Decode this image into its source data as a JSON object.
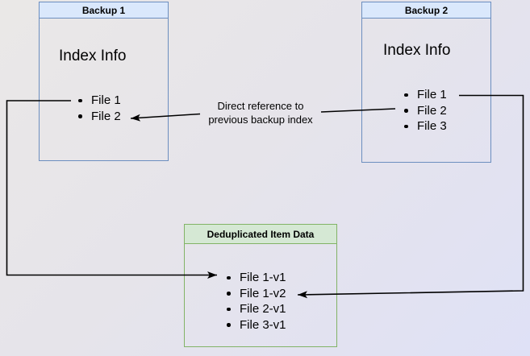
{
  "diagram": {
    "background": {
      "gradient_start": "#eae8e7",
      "gradient_end": "#dfe1f6"
    },
    "nodes": [
      {
        "header": "Backup 1",
        "title": "Index Info",
        "items": [
          "File 1",
          "File 2"
        ],
        "header_fill": "#dae8fc",
        "border_color": "#6c8ebf"
      },
      {
        "header": "Backup 2",
        "title": "Index Info",
        "items": [
          "File 1",
          "File 2",
          "File 3"
        ],
        "header_fill": "#dae8fc",
        "border_color": "#6c8ebf"
      },
      {
        "header": "Deduplicated Item Data",
        "items": [
          "File 1-v1",
          "File 1-v2",
          "File 2-v1",
          "File 3-v1"
        ],
        "header_fill": "#d5e8d4",
        "border_color": "#82b366"
      }
    ],
    "edges": [
      {
        "name": "backup2-file2-to-backup1-file2",
        "label_line1": "Direct reference to",
        "label_line2": "previous backup index"
      },
      {
        "name": "backup1-file1-to-dedup-file1v1"
      },
      {
        "name": "backup2-file1-to-dedup-file1v2"
      }
    ],
    "line_color": "#000000"
  }
}
